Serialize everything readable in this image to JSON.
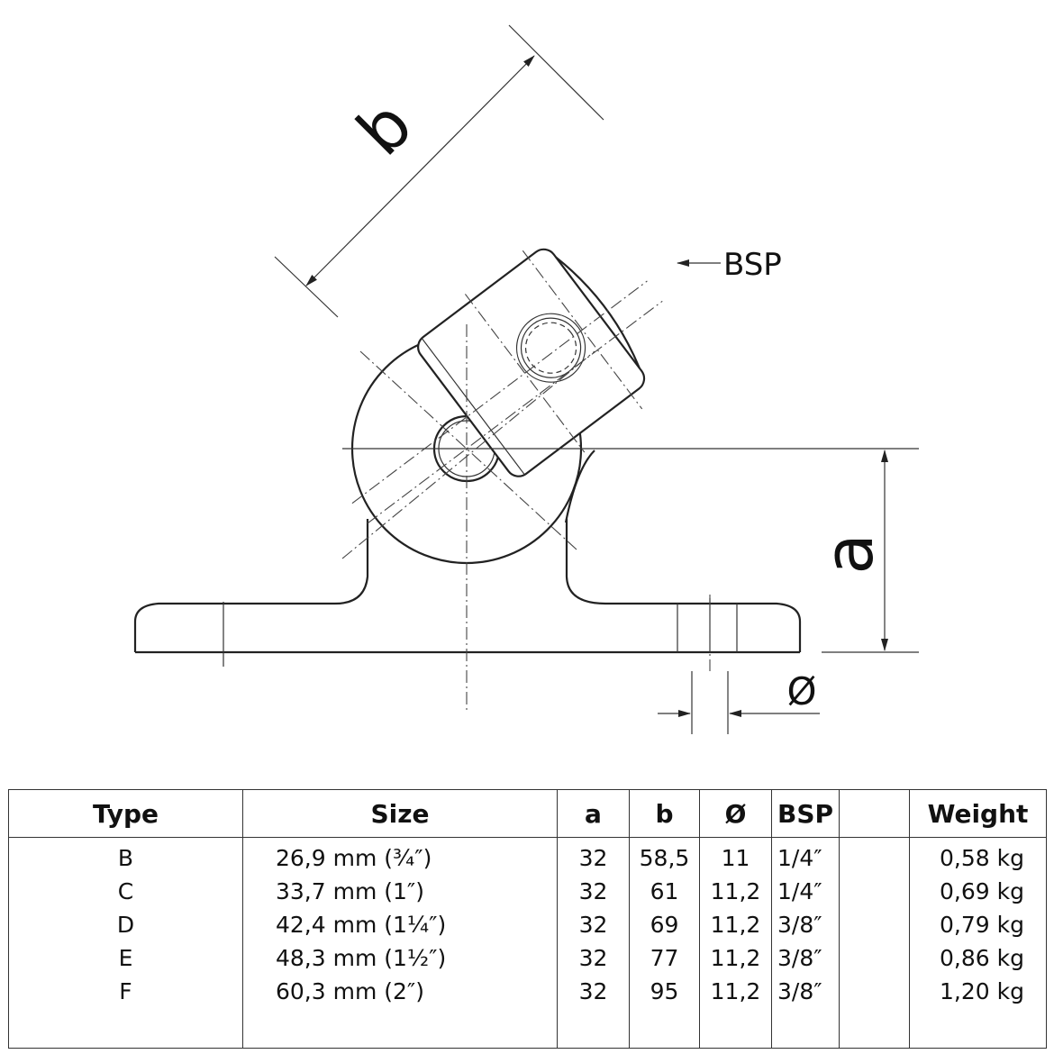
{
  "drawing": {
    "labels": {
      "b": "b",
      "a": "a",
      "diameter": "Ø",
      "bsp": "BSP"
    }
  },
  "table": {
    "headers": {
      "type": "Type",
      "size": "Size",
      "a": "a",
      "b": "b",
      "diameter": "Ø",
      "bsp": "BSP",
      "blank": "",
      "weight": "Weight"
    },
    "rows": [
      {
        "type": "B",
        "size": "26,9 mm (¾″)",
        "a": "32",
        "b": "58,5",
        "diameter": "11",
        "bsp": "1/4″",
        "weight": "0,58 kg"
      },
      {
        "type": "C",
        "size": "33,7 mm (1″)",
        "a": "32",
        "b": "61",
        "diameter": "11,2",
        "bsp": "1/4″",
        "weight": "0,69 kg"
      },
      {
        "type": "D",
        "size": "42,4 mm (1¼″)",
        "a": "32",
        "b": "69",
        "diameter": "11,2",
        "bsp": "3/8″",
        "weight": "0,79 kg"
      },
      {
        "type": "E",
        "size": "48,3 mm (1½″)",
        "a": "32",
        "b": "77",
        "diameter": "11,2",
        "bsp": "3/8″",
        "weight": "0,86 kg"
      },
      {
        "type": "F",
        "size": "60,3 mm (2″)",
        "a": "32",
        "b": "95",
        "diameter": "11,2",
        "bsp": "3/8″",
        "weight": "1,20 kg"
      }
    ]
  }
}
